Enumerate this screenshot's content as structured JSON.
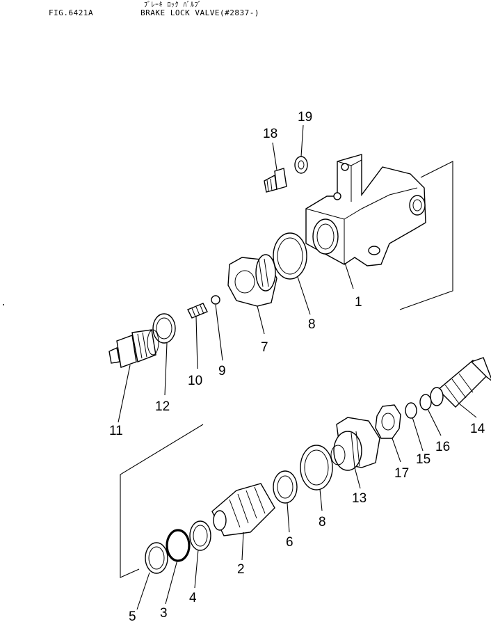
{
  "header": {
    "figure_code": "FIG.6421A",
    "title_japanese": "ﾌﾞﾚｰｷ ﾛｯｸ ﾊﾞﾙﾌﾞ",
    "title_english": "BRAKE LOCK VALVE(#2837-)"
  },
  "callouts": [
    {
      "id": "c19",
      "label": "19"
    },
    {
      "id": "c18",
      "label": "18"
    },
    {
      "id": "c1",
      "label": "1"
    },
    {
      "id": "c8a",
      "label": "8"
    },
    {
      "id": "c7",
      "label": "7"
    },
    {
      "id": "c9",
      "label": "9"
    },
    {
      "id": "c10",
      "label": "10"
    },
    {
      "id": "c12",
      "label": "12"
    },
    {
      "id": "c11",
      "label": "11"
    },
    {
      "id": "c14",
      "label": "14"
    },
    {
      "id": "c16",
      "label": "16"
    },
    {
      "id": "c15",
      "label": "15"
    },
    {
      "id": "c17",
      "label": "17"
    },
    {
      "id": "c13",
      "label": "13"
    },
    {
      "id": "c8b",
      "label": "8"
    },
    {
      "id": "c6",
      "label": "6"
    },
    {
      "id": "c2",
      "label": "2"
    },
    {
      "id": "c4",
      "label": "4"
    },
    {
      "id": "c3",
      "label": "3"
    },
    {
      "id": "c5",
      "label": "5"
    }
  ]
}
